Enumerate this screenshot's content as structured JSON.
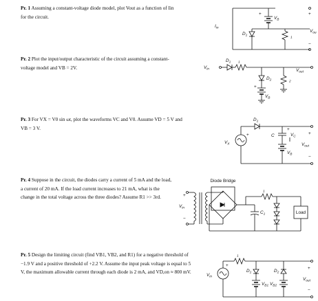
{
  "problems": [
    {
      "num": "Pr. 1",
      "text": "Assuming a constant-voltage diode model, plot Vout as a function of Iin for the circuit."
    },
    {
      "num": "Pr. 2",
      "text": "Plot the input/output characteristic of the circuit assuming a constant-voltage model and VB = 2V."
    },
    {
      "num": "Pr. 3",
      "text": "For VX = V0 sin ωt, plot the waveforms VC and V0. Assume VD = 5 V and VB = 3 V."
    },
    {
      "num": "Pr. 4",
      "text": "Suppose in the circuit, the diodes carry a current of 5 mA and the load, a current of 20 mA. If the load current increases to 21 mA, what is the change in the total voltage across the three diodes? Assume R1 >> 3rd."
    },
    {
      "num": "Pr. 5",
      "text": "Design the limiting circuit (find VB1, VB2, and R1) for a negative threshold of −1.9 V and a positive threshold of +2.2 V. Assume the input peak voltage is equal to 5 V, the maximum allowable current through each diode is 2 mA, and VD,on ≈ 800 mV."
    }
  ],
  "circuit_labels": {
    "iin": "I",
    "iin_sub": "in",
    "d1": "D",
    "r1": "R",
    "vb": "V",
    "vout": "V",
    "out_sub": "out",
    "vin": "V",
    "in_sub": "in",
    "d2": "D",
    "r2": "R",
    "vx": "V",
    "c": "C",
    "vc": "V",
    "diode_bridge": "Diode Bridge",
    "c1": "C",
    "load": "Load",
    "vb1": "V",
    "vb2": "V",
    "plus": "+",
    "minus": "−",
    "s1": "1",
    "s2": "2",
    "sB": "B",
    "sX": "X",
    "sC": "C",
    "sB1": "B1",
    "sB2": "B2"
  }
}
